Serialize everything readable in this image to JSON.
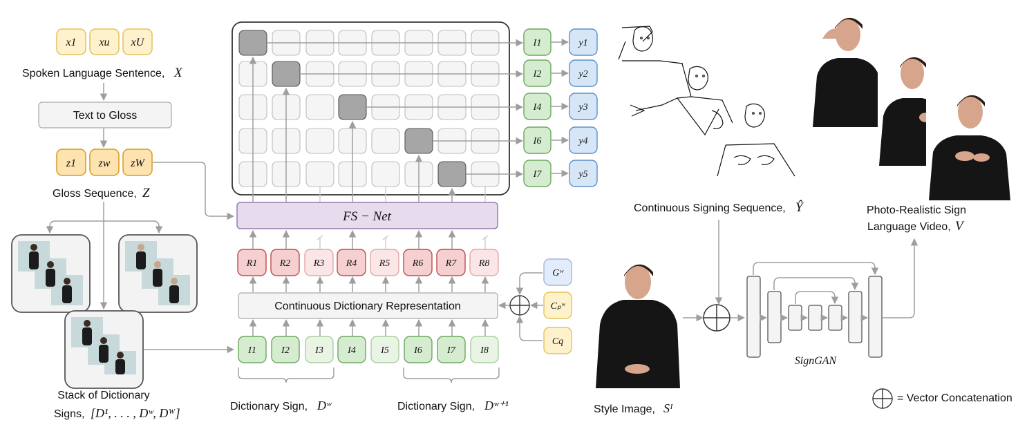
{
  "left": {
    "x_tokens": [
      "x1",
      "xu",
      "xU"
    ],
    "spoken_label": "Spoken Language Sentence,",
    "spoken_symbol": "X",
    "text_to_gloss": "Text to Gloss",
    "z_tokens": [
      "z1",
      "zw",
      "zW"
    ],
    "gloss_label": "Gloss Sequence,",
    "gloss_symbol": "Z",
    "stack_label_1": "Stack of Dictionary",
    "stack_label_2": "Signs,",
    "stack_symbol": "[D¹, . . . , Dʷ, Dᵂ]"
  },
  "center": {
    "y_tokens": [
      "y1",
      "y2",
      "y3",
      "y4",
      "y5"
    ],
    "i_col_tokens": [
      "I1",
      "I2",
      "I4",
      "I6",
      "I7"
    ],
    "fsnet_label": "FS − Net",
    "r_tokens": [
      "R1",
      "R2",
      "R3",
      "R4",
      "R5",
      "R6",
      "R7",
      "R8"
    ],
    "cdr_label": "Continuous Dictionary Representation",
    "i_row_tokens": [
      "I1",
      "I2",
      "I3",
      "I4",
      "I5",
      "I6",
      "I7",
      "I8"
    ],
    "g_token": "Gʷ",
    "cp_token": "Cₚʷ",
    "cq_token": "Cq",
    "dict_sign_label_1": "Dictionary Sign,",
    "dict_sign_symbol_1": "Dʷ",
    "dict_sign_label_2": "Dictionary Sign,",
    "dict_sign_symbol_2": "Dʷ⁺¹"
  },
  "right": {
    "continuous_label": "Continuous Signing Sequence,",
    "continuous_symbol": "Ŷ",
    "photo_label_1": "Photo-Realistic Sign",
    "photo_label_2": "Language Video,",
    "photo_symbol": "V",
    "signgan_label": "SignGAN",
    "style_label": "Style Image,",
    "style_symbol": "Sᴵ",
    "legend_label": "= Vector Concatenation"
  },
  "colors": {
    "x_fill": "#fdf2cc",
    "x_stroke": "#e6c15a",
    "z_fill": "#fde3b0",
    "z_stroke": "#d99a20",
    "green_fill": "#d6ecd0",
    "green_stroke": "#6aa85c",
    "green_light_fill": "#e9f4e5",
    "green_light_stroke": "#a9cf9f",
    "blue_fill": "#d6e6f7",
    "blue_stroke": "#5b8fc9",
    "red_fill": "#f6d0d0",
    "red_stroke": "#c24a4a",
    "red_light_fill": "#fae6e6",
    "red_light_stroke": "#e3a6a6",
    "purple_fill": "#e7dcee",
    "purple_stroke": "#9a78b3",
    "gray_cell": "#a6a6a6"
  }
}
